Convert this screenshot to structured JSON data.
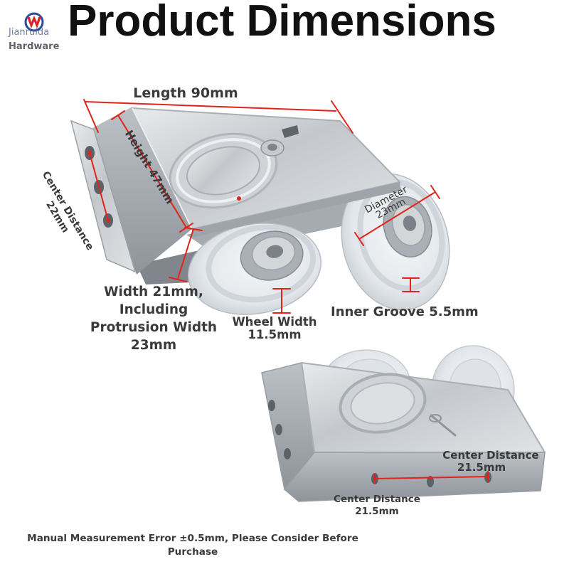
{
  "brand": {
    "name": "Jianruida",
    "tagline": "Hardware",
    "icon": "brand-logo-icon"
  },
  "title": "Product Dimensions",
  "main_view": {
    "length": "Length 90mm",
    "height": "Height 47mm",
    "center_distance": [
      "Center Distance",
      "22mm"
    ],
    "diameter": [
      "Diameter",
      "23mm"
    ],
    "width": [
      "Width 21mm,",
      "Including",
      "Protrusion Width",
      "23mm"
    ],
    "wheel_width": [
      "Wheel Width",
      "11.5mm"
    ],
    "inner_groove": "Inner Groove 5.5mm"
  },
  "secondary_view": {
    "center_distance_upper": [
      "Center Distance",
      "21.5mm"
    ],
    "center_distance_lower": [
      "Center Distance",
      "21.5mm"
    ]
  },
  "disclaimer": [
    "Manual Measurement Error ±0.5mm, Please Consider Before",
    "Purchase"
  ],
  "colors": {
    "title": "#111111",
    "label": "#3a3a3a",
    "dimension_line": "#e2231a",
    "brand_red": "#d8262d",
    "brand_blue": "#2a4f9a"
  }
}
